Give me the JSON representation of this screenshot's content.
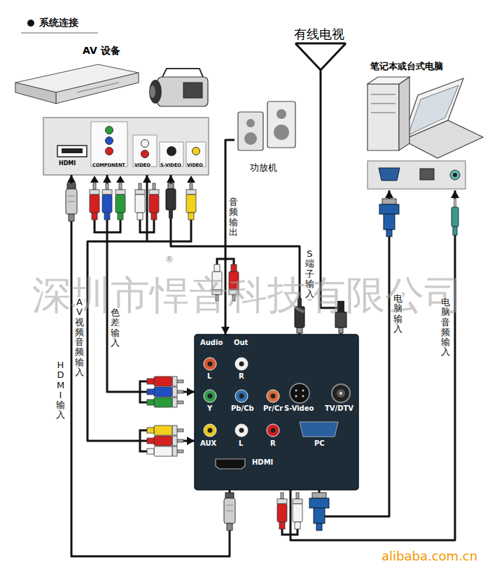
{
  "diagram": {
    "title": "系统连接",
    "nodes": [
      {
        "text": [
          "AV 设备",
          "HDMI",
          "COMPONENT",
          "VIDEO",
          "S-VIDEO",
          "VIDEO"
        ]
      },
      {
        "text": [
          "功放机"
        ]
      },
      {
        "text": [
          "有线电视"
        ]
      },
      {
        "text": [
          "笔记本或台式电脑"
        ]
      },
      {
        "text": [
          "Audio",
          "Out",
          "L",
          "R",
          "Y",
          "Pb/Cb",
          "Pr/Cr",
          "S-Video",
          "TV/DTV",
          "AUX",
          "L",
          "R",
          "HDMI",
          "PC"
        ]
      }
    ],
    "edges": [
      {
        "from": 4,
        "to": 0,
        "arrow": "to",
        "label": "HDMI输入"
      },
      {
        "from": 0,
        "to": 4,
        "arrow": "both",
        "label": "色差输入"
      },
      {
        "from": 0,
        "to": 4,
        "arrow": "both",
        "label": "AV视频音频输入"
      },
      {
        "from": 4,
        "to": 0,
        "arrow": "to",
        "label": "S端子输入"
      },
      {
        "from": 1,
        "to": 4,
        "arrow": "to",
        "label": "音频输出"
      },
      {
        "from": 2,
        "to": 4,
        "arrow": "none"
      },
      {
        "from": 4,
        "to": 3,
        "arrow": "to",
        "label": "电脑输入"
      },
      {
        "from": 4,
        "to": 3,
        "arrow": "to",
        "label": "电脑音频输入"
      }
    ],
    "labels": [
      "深圳市悍音科技有限公司",
      "®",
      "alibaba.com.cn"
    ]
  }
}
